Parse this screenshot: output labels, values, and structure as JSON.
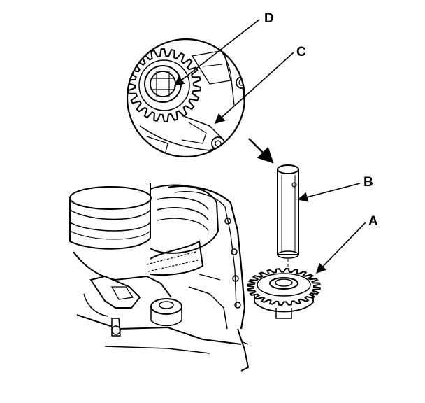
{
  "callouts": {
    "A": "A",
    "B": "B",
    "C": "C",
    "D": "D"
  },
  "colors": {
    "line": "#000000",
    "background": "#ffffff"
  }
}
